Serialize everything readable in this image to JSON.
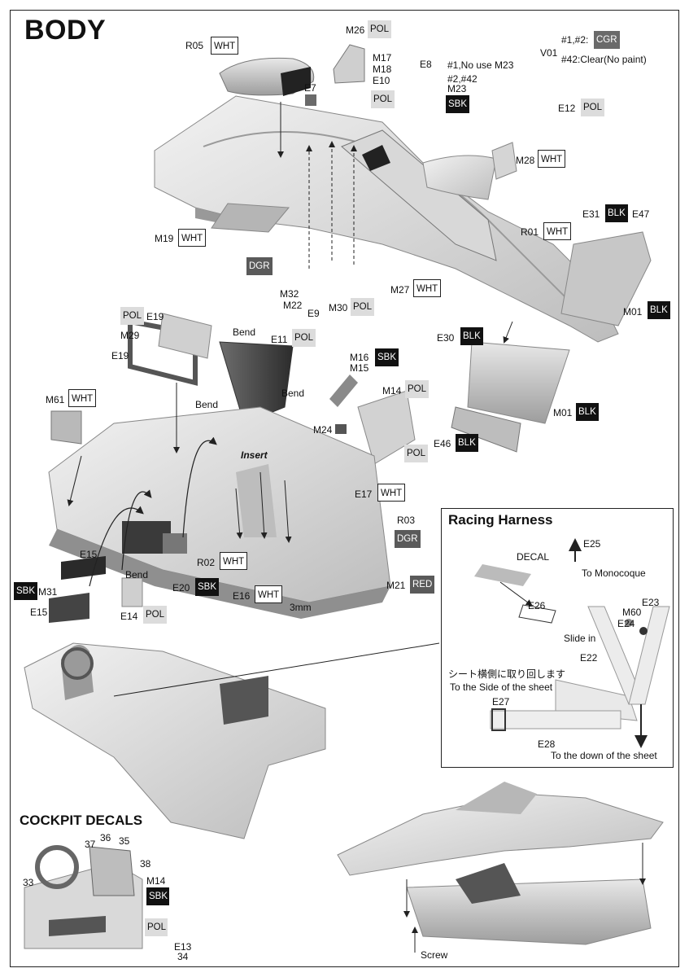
{
  "title": "BODY",
  "colors": {
    "WHT": "#ffffff",
    "POL": "#dcdcdc",
    "BLK": "#111111",
    "SBK": "#111111",
    "DGR": "#5a5a5a",
    "CGR": "#6a6a6a",
    "RED": "#5a5a5a"
  },
  "parts": {
    "r05": "R05",
    "m26": "M26",
    "m17": "M17",
    "m18": "M18",
    "e10": "E10",
    "e7": "E7",
    "e8": "E8",
    "no_use": "#1,No use M23",
    "n2_42": "#2,#42",
    "m23": "M23",
    "v01": "V01",
    "paint1": "#1,#2:",
    "paint2": "#42:Clear(No paint)",
    "e12": "E12",
    "m28": "M28",
    "m19": "M19",
    "r01": "R01",
    "e31": "E31",
    "e47": "E47",
    "m27": "M27",
    "m32": "M32",
    "m22": "M22",
    "e9": "E9",
    "m30": "M30",
    "m01a": "M01",
    "e30": "E30",
    "m01b": "M01",
    "e46": "E46",
    "e19a": "E19",
    "m29": "M29",
    "e19b": "E19",
    "e11": "E11",
    "m16": "M16",
    "m15": "M15",
    "m14": "M14",
    "m61": "M61",
    "m24": "M24",
    "e17": "E17",
    "r03": "R03",
    "e15a": "E15",
    "e15b": "E15",
    "m31": "M31",
    "e14": "E14",
    "e20": "E20",
    "r02": "R02",
    "e16": "E16",
    "m21": "M21",
    "m14c": "M14",
    "e13": "E13"
  },
  "tags": {
    "wht": "WHT",
    "pol": "POL",
    "sbk": "SBK",
    "blk": "BLK",
    "dgr": "DGR",
    "cgr": "CGR",
    "red": "RED"
  },
  "notes": {
    "bend1": "Bend",
    "bend2": "Bend",
    "bend3": "Bend",
    "bend4": "Bend",
    "insert": "Insert",
    "mm3": "3mm",
    "screw": "Screw"
  },
  "harness": {
    "title": "Racing Harness",
    "e25": "E25",
    "to_mono": "To Monocoque",
    "decal": "DECAL",
    "e26": "E26",
    "m60": "M60",
    "e23": "E23",
    "e24": "E24",
    "slide_in": "Slide in",
    "e22": "E22",
    "jp_note": "シート横側に取り回します",
    "side_note": "To the Side of the sheet",
    "e27": "E27",
    "e28": "E28",
    "down_note": "To the down of the sheet"
  },
  "cockpit": {
    "title": "COCKPIT DECALS",
    "n33": "33",
    "n37": "37",
    "n36": "36",
    "n35": "35",
    "n38": "38",
    "n34": "34"
  }
}
